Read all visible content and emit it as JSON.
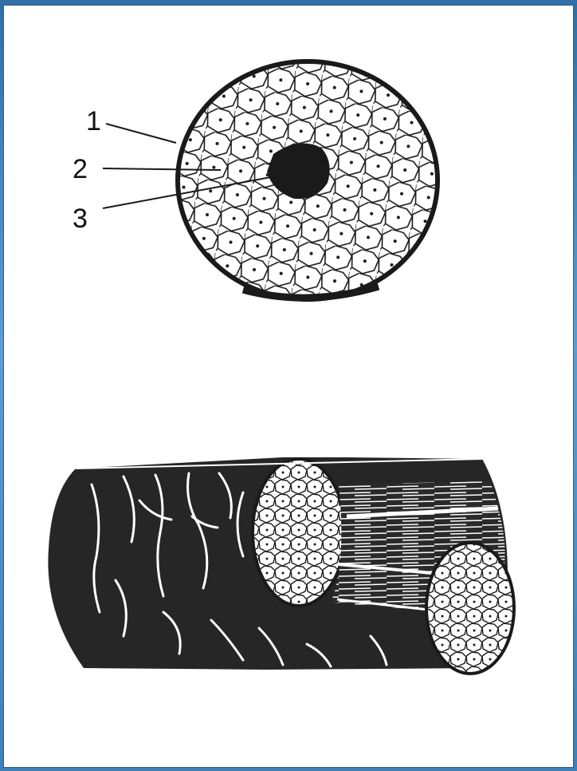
{
  "labels": [
    "1",
    "2",
    "3"
  ],
  "colors": {
    "ink": "#1a1a1a",
    "paper": "#ffffff",
    "frame": "#2e5d88",
    "background": "#3f7fb8"
  }
}
